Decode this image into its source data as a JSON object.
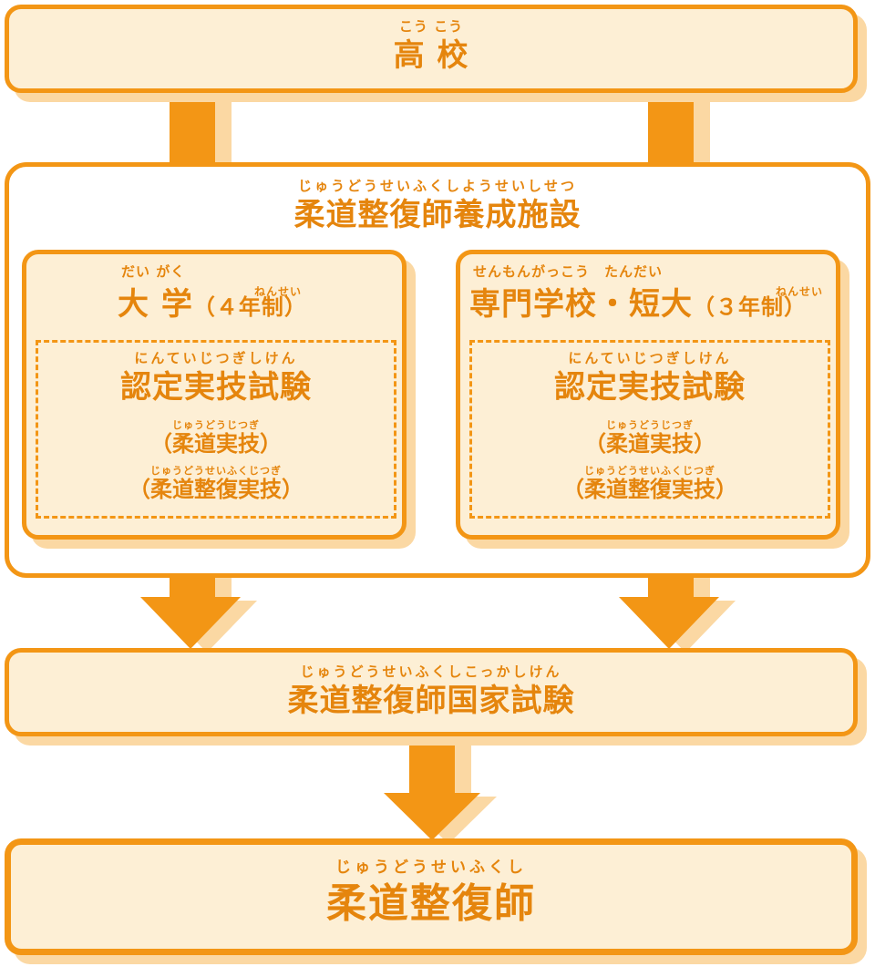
{
  "high_school": {
    "ruby": "こう こう",
    "label": "高 校"
  },
  "training_facility": {
    "ruby": "じゅうどうせいふくしようせいしせつ",
    "label": "柔道整復師養成施設"
  },
  "university": {
    "ruby_main": "だい がく",
    "label": "大 学",
    "ruby_years": "ねんせい",
    "years": "（４年制）",
    "exam": {
      "ruby": "にんていじつぎしけん",
      "label": "認定実技試験",
      "item1_ruby": "じゅうどうじつぎ",
      "item1": "（柔道実技）",
      "item2_ruby": "じゅうどうせいふくじつぎ",
      "item2": "（柔道整復実技）"
    }
  },
  "college": {
    "ruby_main": "せんもんがっこう　たんだい",
    "label": "専門学校・短大",
    "ruby_years": "ねんせい",
    "years": "（３年制）",
    "exam": {
      "ruby": "にんていじつぎしけん",
      "label": "認定実技試験",
      "item1_ruby": "じゅうどうじつぎ",
      "item1": "（柔道実技）",
      "item2_ruby": "じゅうどうせいふくじつぎ",
      "item2": "（柔道整復実技）"
    }
  },
  "national_exam": {
    "ruby": "じゅうどうせいふくしこっかしけん",
    "label": "柔道整復師国家試験"
  },
  "judo_therapist": {
    "ruby": "じゅうどうせいふくし",
    "label": "柔道整復師"
  },
  "colors": {
    "orange": "#f39615",
    "fill": "#fdefd5",
    "shadow": "#fbd8a3",
    "text": "#e5850d"
  }
}
